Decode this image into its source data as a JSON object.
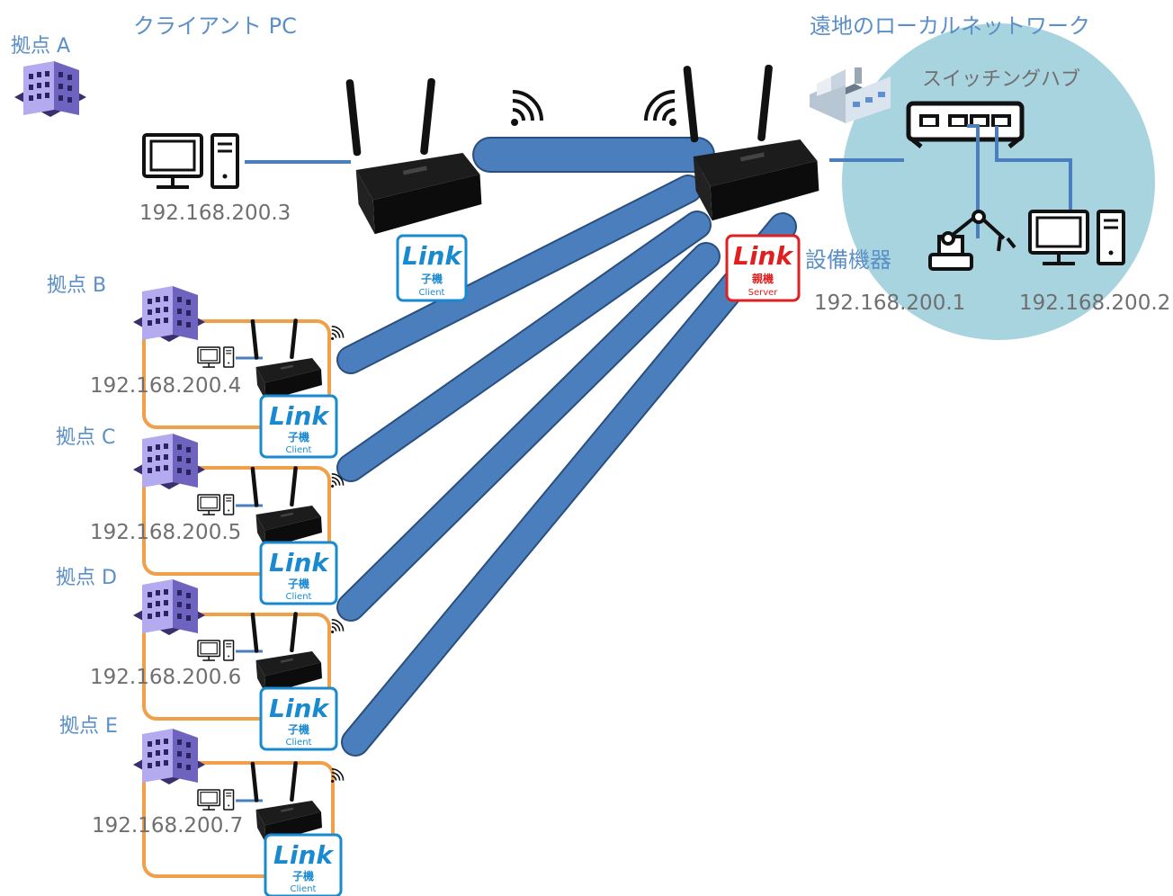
{
  "title_client_pc": "クライアント PC",
  "title_remote_lan": "遠地のローカルネットワーク",
  "switching_hub": "スイッチングハブ",
  "equipment": "設備機器",
  "ip": {
    "client_pc": "192.168.200.3",
    "equipment": "192.168.200.1",
    "remote_pc": "192.168.200.2",
    "site_b": "192.168.200.4",
    "site_c": "192.168.200.5",
    "site_d": "192.168.200.6",
    "site_e": "192.168.200.7"
  },
  "sites": {
    "a": "拠点 A",
    "b": "拠点 B",
    "c": "拠点 C",
    "d": "拠点 D",
    "e": "拠点 E"
  },
  "badge": {
    "word": "Link",
    "client_role": "子機",
    "client_sub": "Client",
    "server_role": "親機",
    "server_sub": "Server"
  },
  "colors": {
    "label_blue": "#5b8fc7",
    "tunnel": "#4a7ebd",
    "tunnel_edge": "#2a4f7e",
    "lan_circle": "#a8d4e0",
    "site_border": "#f0a04a",
    "server_red": "#e02020",
    "client_blue": "#1a8ad0",
    "building": "#8478c8"
  },
  "icons": [
    "building-icon",
    "pc-icon",
    "router-icon",
    "factory-icon",
    "switch-icon",
    "robot-arm-icon",
    "wifi-icon"
  ]
}
